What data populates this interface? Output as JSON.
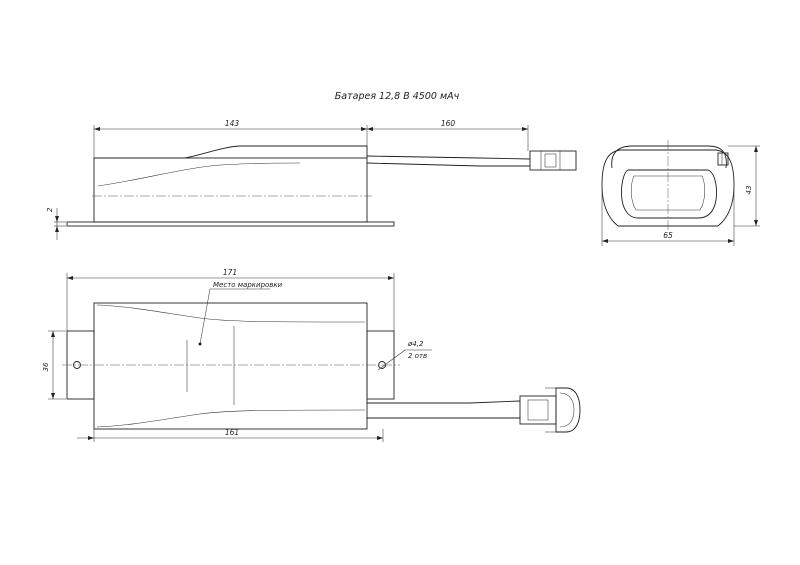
{
  "title": "Батарея 12,8 В 4500 мАч",
  "dimensions": {
    "top_body_length": "143",
    "top_cable_length": "160",
    "top_flange_thickness": "2",
    "side_width": "65",
    "side_height": "43",
    "plan_overall_length": "171",
    "plan_body_length": "161",
    "plan_flange_height": "36",
    "hole_diameter": "ø4,2",
    "hole_count": "2 отв"
  },
  "annotations": {
    "marking_place": "Место маркировки"
  }
}
